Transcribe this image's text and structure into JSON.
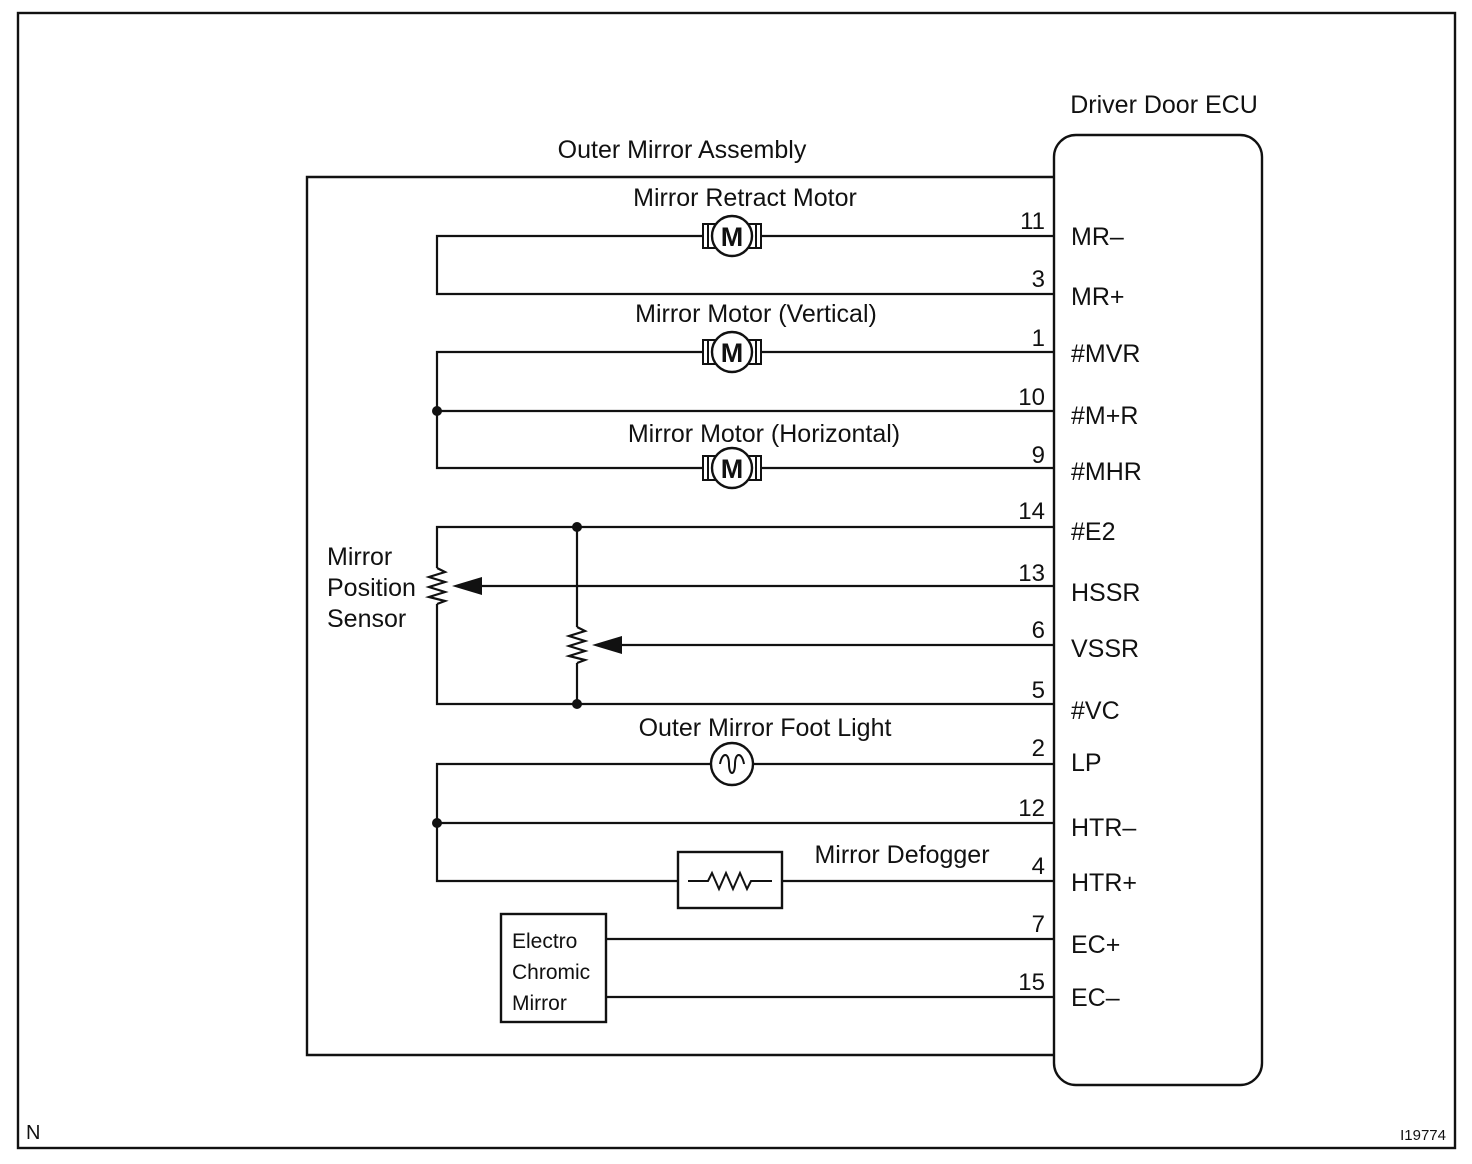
{
  "ecu": {
    "title": "Driver Door ECU"
  },
  "assembly": {
    "title": "Outer Mirror Assembly"
  },
  "components": {
    "retract_motor": "Mirror Retract Motor",
    "motor_vertical": "Mirror Motor (Vertical)",
    "motor_horizontal": "Mirror Motor (Horizontal)",
    "motor_symbol": "M",
    "position_sensor": [
      "Mirror",
      "Position",
      "Sensor"
    ],
    "foot_light": "Outer Mirror Foot Light",
    "defogger": "Mirror Defogger",
    "electrochromic": [
      "Electro",
      "Chromic",
      "Mirror"
    ]
  },
  "pins": [
    {
      "number": "11",
      "name": "MR–"
    },
    {
      "number": "3",
      "name": "MR+"
    },
    {
      "number": "1",
      "name": "#MVR"
    },
    {
      "number": "10",
      "name": "#M+R"
    },
    {
      "number": "9",
      "name": "#MHR"
    },
    {
      "number": "14",
      "name": "#E2"
    },
    {
      "number": "13",
      "name": "HSSR"
    },
    {
      "number": "6",
      "name": "VSSR"
    },
    {
      "number": "5",
      "name": "#VC"
    },
    {
      "number": "2",
      "name": "LP"
    },
    {
      "number": "12",
      "name": "HTR–"
    },
    {
      "number": "4",
      "name": "HTR+"
    },
    {
      "number": "7",
      "name": "EC+"
    },
    {
      "number": "15",
      "name": "EC–"
    }
  ],
  "footer": {
    "left_mark": "N",
    "figure_id": "I19774"
  }
}
